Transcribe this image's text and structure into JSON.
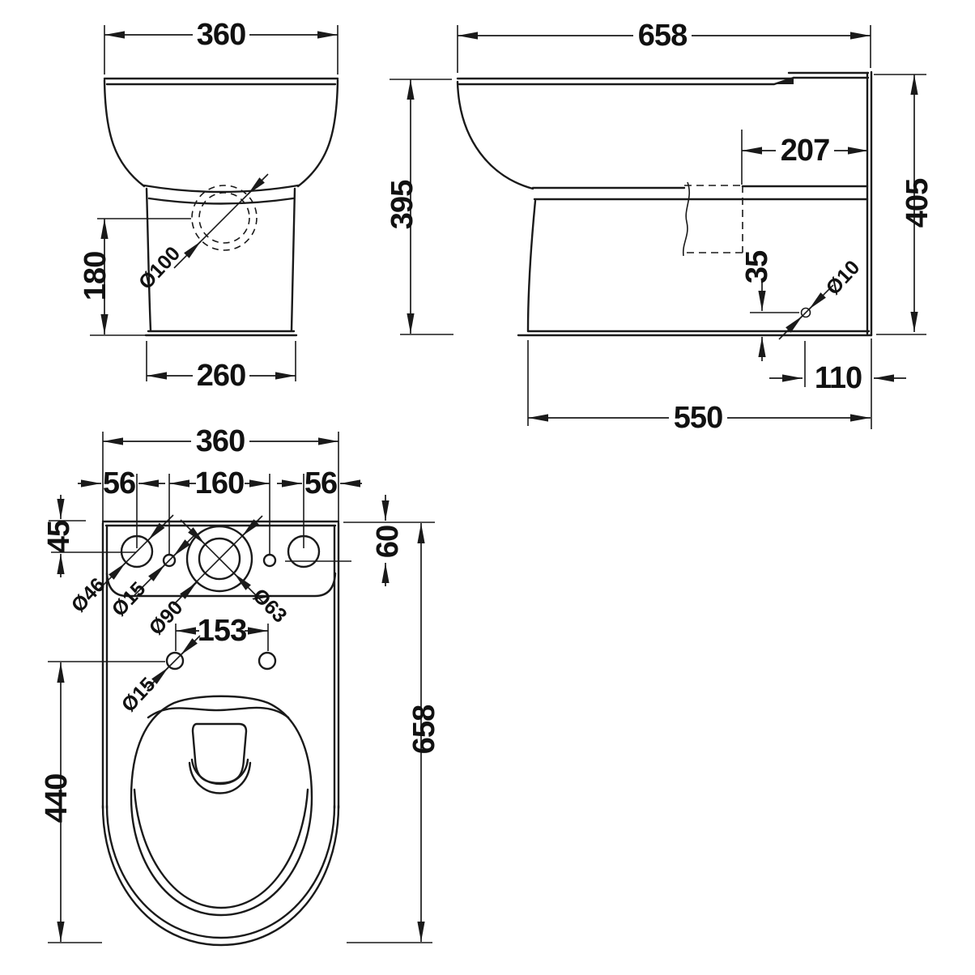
{
  "front_view": {
    "overall_width": "360",
    "pedestal_height": "180",
    "base_width": "260",
    "outlet_diameter": "Ø100"
  },
  "side_view": {
    "overall_depth": "658",
    "front_height": "395",
    "top_recess": "207",
    "back_height": "405",
    "fixing_hole_height": "35",
    "fixing_hole_diameter": "Ø10",
    "fixing_hole_offset": "110",
    "base_depth": "550"
  },
  "plan_view": {
    "overall_width": "360",
    "edge_to_large_hole": "56",
    "small_hole_spacing": "160",
    "large_hole_to_edge": "56",
    "large_hole_drop": "45",
    "small_hole_drop": "60",
    "large_hole_diameter": "Ø46",
    "small_hole_diameter": "Ø15",
    "flush_outer_diameter": "Ø90",
    "flush_inner_diameter": "Ø63",
    "seat_hole_spacing": "153",
    "seat_hole_diameter": "Ø15",
    "bowl_length": "440",
    "overall_depth": "658"
  }
}
